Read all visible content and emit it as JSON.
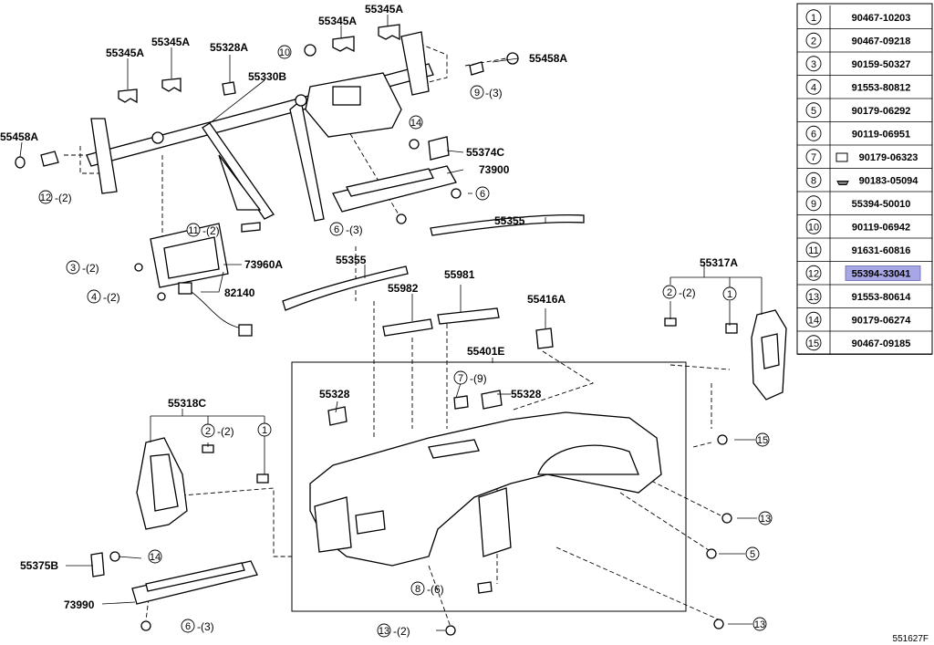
{
  "diagram_code": "551627F",
  "callouts": {
    "c55345A_1": "55345A",
    "c55345A_2": "55345A",
    "c55345A_3": "55345A",
    "c55345A_4": "55345A",
    "c55328A": "55328A",
    "c55330B": "55330B",
    "c55458A_l": "55458A",
    "c55458A_r": "55458A",
    "c55374C": "55374C",
    "c73900": "73900",
    "c73960A": "73960A",
    "c82140": "82140",
    "c55355_a": "55355",
    "c55355_b": "55355",
    "c55982": "55982",
    "c55981": "55981",
    "c55416A": "55416A",
    "c55317A": "55317A",
    "c55401E": "55401E",
    "c55328_l": "55328",
    "c55328_r": "55328",
    "c55318C": "55318C",
    "c55375B": "55375B",
    "c73990": "73990"
  },
  "quantities": {
    "q9": "-(3)",
    "q12": "-(2)",
    "q11": "-(2)",
    "q3": "-(2)",
    "q4": "-(2)",
    "q6a": "-(3)",
    "q2a": "-(2)",
    "q7": "-(9)",
    "q2b": "-(2)",
    "q8": "-(6)",
    "q13": "-(2)",
    "q6b": "-(3)"
  },
  "numbers": {
    "n1": "1",
    "n2": "2",
    "n3": "3",
    "n4": "4",
    "n5": "5",
    "n6": "6",
    "n7": "7",
    "n8": "8",
    "n9": "9",
    "n10": "10",
    "n11": "11",
    "n12": "12",
    "n13": "13",
    "n14": "14",
    "n15": "15"
  },
  "reference_table": [
    {
      "num": "1",
      "part": "90467-10203",
      "selected": false
    },
    {
      "num": "2",
      "part": "90467-09218",
      "selected": false
    },
    {
      "num": "3",
      "part": "90159-50327",
      "selected": false
    },
    {
      "num": "4",
      "part": "91553-80812",
      "selected": false
    },
    {
      "num": "5",
      "part": "90179-06292",
      "selected": false
    },
    {
      "num": "6",
      "part": "90119-06951",
      "selected": false
    },
    {
      "num": "7",
      "part": "90179-06323",
      "selected": false
    },
    {
      "num": "8",
      "part": "90183-05094",
      "selected": false
    },
    {
      "num": "9",
      "part": "55394-50010",
      "selected": false
    },
    {
      "num": "10",
      "part": "90119-06942",
      "selected": false
    },
    {
      "num": "11",
      "part": "91631-60816",
      "selected": false
    },
    {
      "num": "12",
      "part": "55394-33041",
      "selected": true
    },
    {
      "num": "13",
      "part": "91553-80614",
      "selected": false
    },
    {
      "num": "14",
      "part": "90179-06274",
      "selected": false
    },
    {
      "num": "15",
      "part": "90467-09185",
      "selected": false
    }
  ],
  "colors": {
    "highlight": "#a7a7e6",
    "line": "#000000",
    "background": "#ffffff"
  }
}
